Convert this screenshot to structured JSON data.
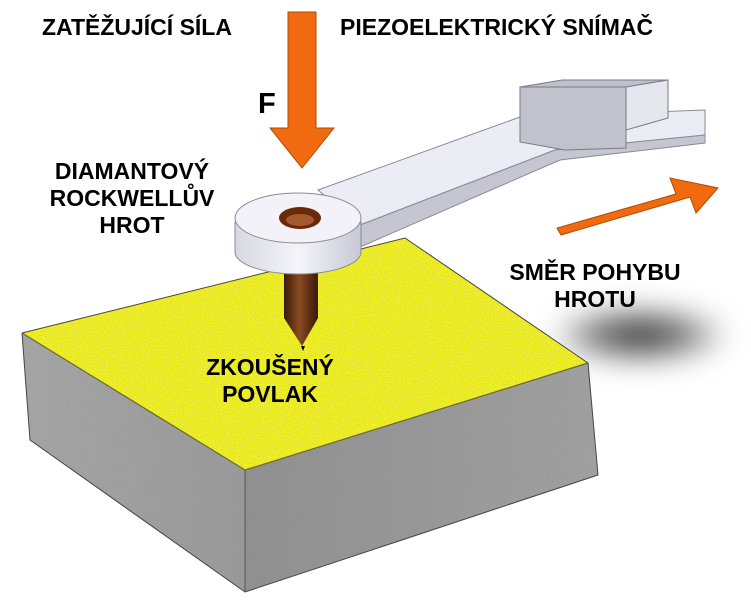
{
  "labels": {
    "load_force": "ZATĚŽUJÍCÍ SÍLA",
    "sensor": "PIEZOELEKTRICKÝ SNÍMAČ",
    "force_symbol": "F",
    "tip_line1": "DIAMANTOVÝ",
    "tip_line2": "ROCKWELLŮV",
    "tip_line3": "HROT",
    "direction_line1": "SMĚR POHYBU",
    "direction_line2": "HROTU",
    "coating_line1": "ZKOUŠENÝ",
    "coating_line2": "POVLAK"
  },
  "colors": {
    "arrow": "#f26a10",
    "coating": "#f2f21a",
    "block": "#9c9c9c",
    "arm": "#eaeaf2",
    "indenter": "#7a3a1a"
  }
}
